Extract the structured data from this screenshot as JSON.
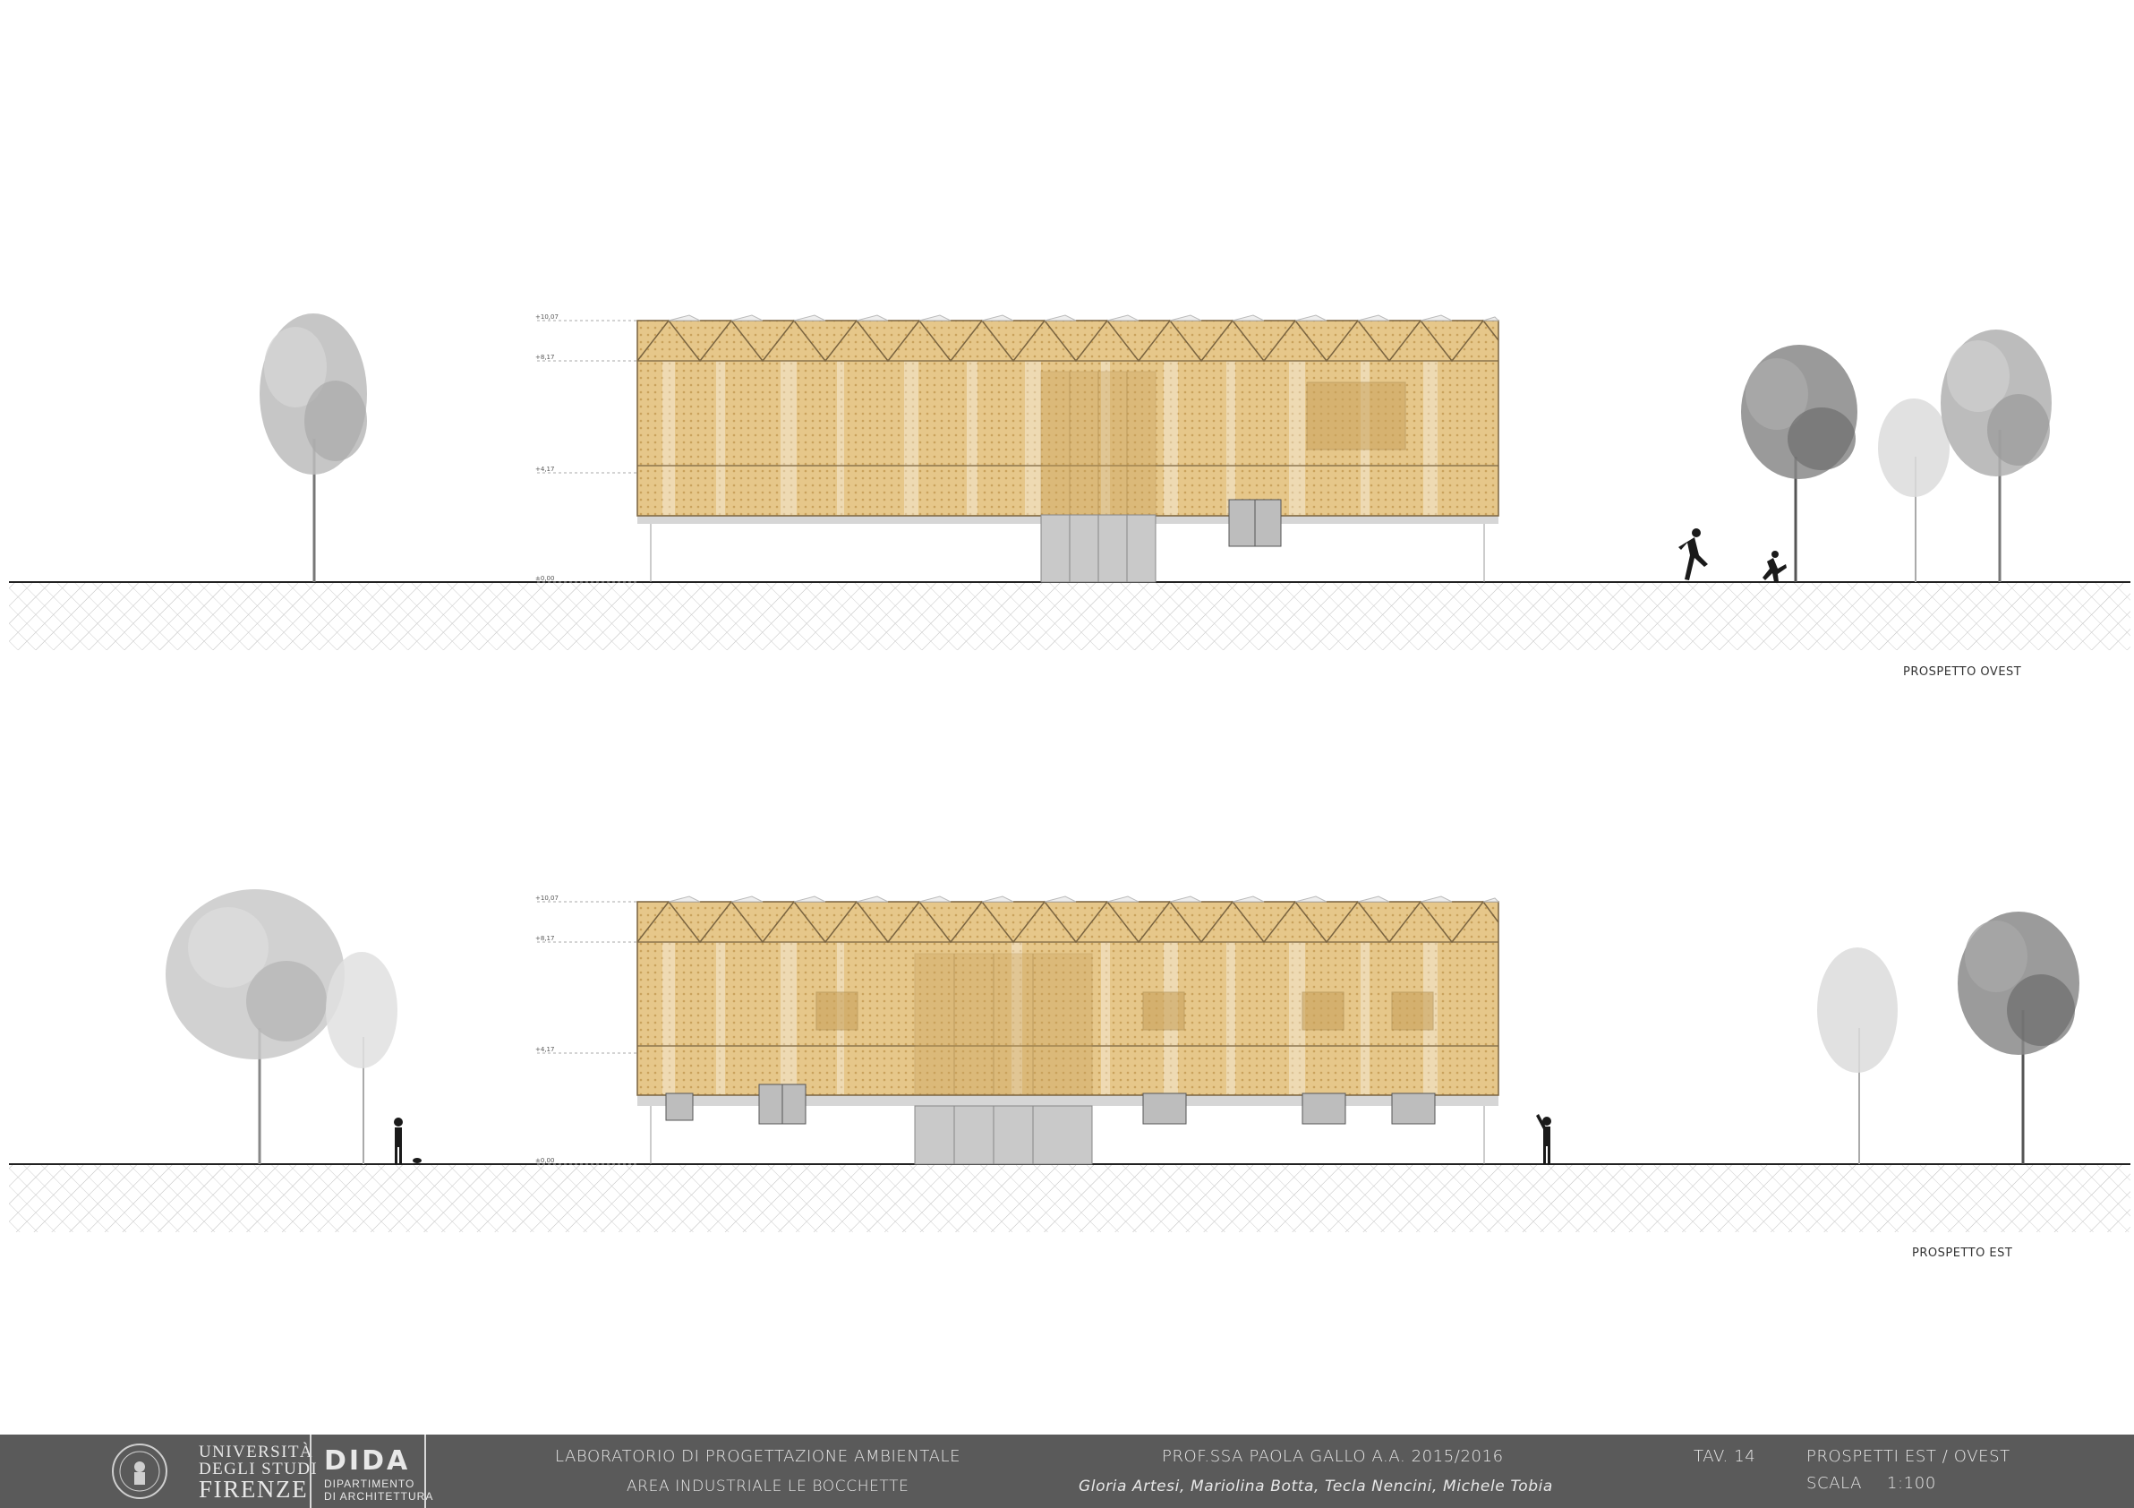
{
  "views": [
    {
      "name": "ovest",
      "label": "PROSPETTO OVEST",
      "levels": [
        "+10,07",
        "+8,17",
        "+4,17",
        "±0,00"
      ]
    },
    {
      "name": "est",
      "label": "PROSPETTO EST",
      "levels": [
        "+10,07",
        "+8,17",
        "+4,17",
        "±0,00"
      ]
    }
  ],
  "footer": {
    "university": {
      "line1": "UNIVERSITÀ",
      "line2": "DEGLI STUDI",
      "line3": "FIRENZE"
    },
    "department": {
      "name": "DIDA",
      "sub1": "DIPARTIMENTO",
      "sub2": "DI ARCHITETTURA"
    },
    "course": "LABORATORIO DI PROGETTAZIONE AMBIENTALE",
    "area": "AREA INDUSTRIALE LE BOCCHETTE",
    "professor": "PROF.SSA PAOLA GALLO A.A. 2015/2016",
    "authors": "Gloria Artesi, Mariolina Botta, Tecla Nencini, Michele Tobia",
    "sheet": "TAV. 14",
    "sheet_title": "PROSPETTI EST / OVEST",
    "scale_label": "SCALA",
    "scale_value": "1:100"
  },
  "colors": {
    "facade": "#e6c78a",
    "facade_dark": "#c9a25c",
    "frame": "#7a6440",
    "ground_hatch": "#b5b5b5",
    "glass": "#c9c9c9",
    "footer_bg": "#5a5a5a"
  }
}
